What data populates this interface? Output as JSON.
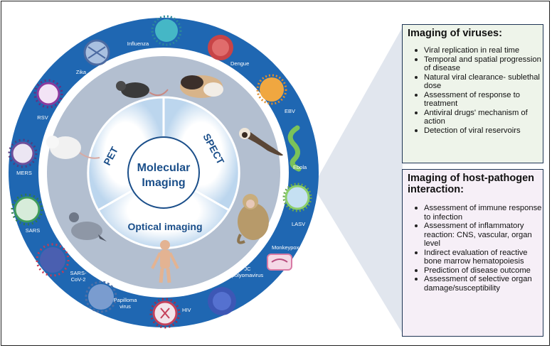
{
  "center_title_line1": "Molecular",
  "center_title_line2": "Imaging",
  "modality_pet": "PET",
  "modality_spect": "SPECT",
  "modality_optical": "Optical imaging",
  "viruses": {
    "influenza": "Influenza",
    "dengue": "Dengue",
    "ebv": "EBV",
    "ebola": "Ebola",
    "lasv": "LASV",
    "monkeypox": "Monkeypox",
    "jc_line1": "JC",
    "jc_line2": "polyomavirus",
    "hiv": "HIV",
    "papilloma_line1": "Papilloma",
    "papilloma_line2": "virus",
    "sarscov2_line1": "SARS-",
    "sarscov2_line2": "CoV-2",
    "sars": "SARS",
    "mers": "MERS",
    "rsv": "RSV",
    "zika": "Zika"
  },
  "box_viruses": {
    "title": "Imaging of viruses:",
    "items": [
      "Viral replication in real time",
      "Temporal and spatial progression of disease",
      "Natural viral clearance- sublethal dose",
      "Assessment of response to treatment",
      "Antiviral drugs' mechanism of action",
      "Detection of viral reservoirs"
    ]
  },
  "box_host": {
    "title": "Imaging of host-pathogen interaction:",
    "items": [
      "Assessment of immune response to infection",
      "Assessment of inflammatory reaction: CNS, vascular, organ level",
      "Indirect evaluation of reactive bone marrow hematopoiesis",
      "Prediction of disease outcome",
      "Assessment of selective organ damage/susceptibility"
    ]
  },
  "colors": {
    "ring_blue": "#1f67b2",
    "inner_grey": "#b3bfd0",
    "pale_blue": "#cfe3f5",
    "title_blue": "#1b4f8a",
    "connector_grey": "#e1e6ee"
  }
}
